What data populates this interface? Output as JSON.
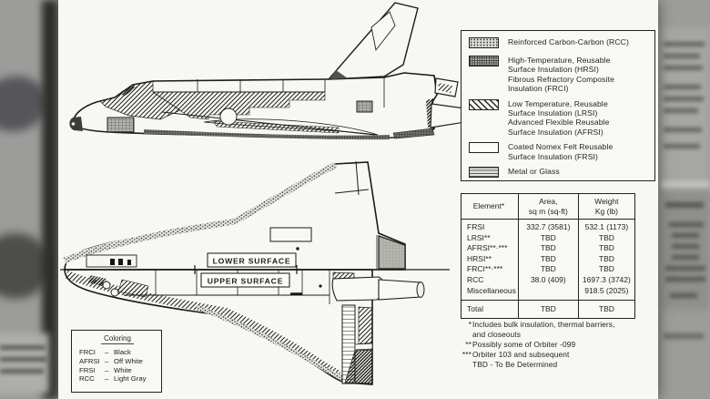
{
  "colors": {
    "backdrop": "#9c9c9a",
    "paper": "#f7f7f3",
    "ink": "#242422",
    "hrsi_gray": "#b7b7b1"
  },
  "drawing": {
    "lower_surface_label": "LOWER SURFACE",
    "upper_surface_label": "UPPER SURFACE"
  },
  "legend": {
    "items": [
      {
        "icon": "rcc-pebble-swatch",
        "lines": [
          "Reinforced Carbon-Carbon (RCC)"
        ]
      },
      {
        "icon": "hrsi-crosshatch-swatch",
        "lines": [
          "High-Temperature, Reusable",
          "Surface Insulation (HRSI)",
          "Fibrous Refractory Composite",
          "Insulation (FRCI)"
        ]
      },
      {
        "icon": "lrsi-diagonal-swatch",
        "lines": [
          "Low Temperature, Reusable",
          "Surface Insulation (LRSI)",
          "Advanced Flexible Reusable",
          "Surface Insulation (AFRSI)"
        ]
      },
      {
        "icon": "frsi-white-swatch",
        "lines": [
          "Coated Nomex Felt Reusable",
          "Surface Insulation (FRSI)"
        ]
      },
      {
        "icon": "metal-glass-swatch",
        "lines": [
          "Metal or Glass"
        ]
      }
    ]
  },
  "table": {
    "col_headers": [
      [
        "Element*"
      ],
      [
        "Area,",
        "sq m (sq-ft)"
      ],
      [
        "Weight",
        "Kg (lb)"
      ]
    ],
    "rows": [
      [
        "FRSI",
        "332.7 (3581)",
        "532.1 (1173)"
      ],
      [
        "LRSI**",
        "TBD",
        "TBD"
      ],
      [
        "AFRSI**·***",
        "TBD",
        "TBD"
      ],
      [
        "HRSI**",
        "TBD",
        "TBD"
      ],
      [
        "FRCI**·***",
        "TBD",
        "TBD"
      ],
      [
        "RCC",
        "38.0 (409)",
        "1697.3 (3742)"
      ],
      [
        "Miscellaneous",
        "",
        "918.5 (2025)"
      ]
    ],
    "total": [
      "Total",
      "TBD",
      "TBD"
    ]
  },
  "footnotes": {
    "lines": [
      {
        "marker": "*",
        "text": "Includes bulk insulation, thermal barriers,"
      },
      {
        "marker": "",
        "text": "and closeouts"
      },
      {
        "marker": "**",
        "text": "Possibly some of Orbiter -099"
      },
      {
        "marker": "***",
        "text": "Orbiter 103 and subsequent"
      },
      {
        "marker": "",
        "text": "TBD - To Be Determined"
      }
    ]
  },
  "coloring": {
    "title": "Coloring",
    "separator": "–",
    "rows": [
      {
        "abbr": "FRCI",
        "name": "Black"
      },
      {
        "abbr": "AFRSI",
        "name": "Off White"
      },
      {
        "abbr": "FRSI",
        "name": "White"
      },
      {
        "abbr": "RCC",
        "name": "Light Gray"
      }
    ]
  }
}
